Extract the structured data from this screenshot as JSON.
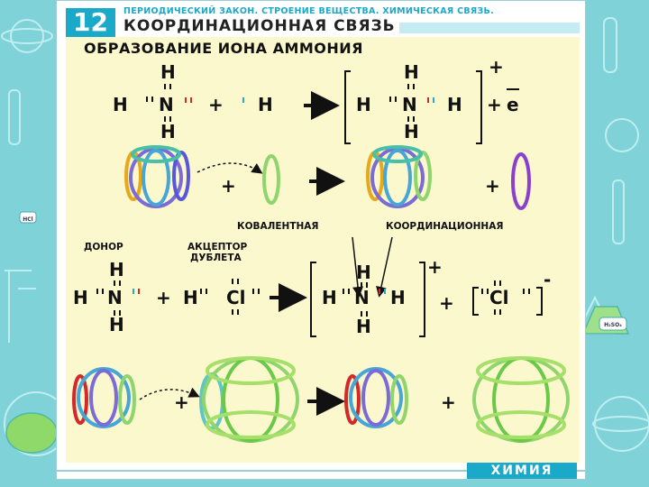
{
  "header": {
    "number": "12",
    "subtitle": "ПЕРИОДИЧЕСКИЙ ЗАКОН. СТРОЕНИЕ ВЕЩЕСТВА. ХИМИЧЕСКАЯ СВЯЗЬ.",
    "title": "КООРДИНАЦИОННАЯ СВЯЗЬ"
  },
  "section_title": "ОБРАЗОВАНИЕ ИОНА АММОНИЯ",
  "labels": {
    "covalent": "КОВАЛЕНТНАЯ",
    "coordinate": "КООРДИНАЦИОННАЯ",
    "donor": "ДОНОР",
    "acceptor_line1": "АКЦЕПТОР",
    "acceptor_line2": "ДУБЛЕТА"
  },
  "symbols": {
    "H": "H",
    "N": "N",
    "Cl": "Cl",
    "plus": "+",
    "minus": "-",
    "electron": "e"
  },
  "formula_bottom": "H₂SO₄",
  "formula_side": "HCl",
  "footer": "ХИМИЯ",
  "colors": {
    "accent": "#1aa9c9",
    "panel": "#fbf8ce",
    "background": "#7fd3d8",
    "arrow_red": "#d22a2a",
    "arrow_blue": "#2aa6d6"
  }
}
